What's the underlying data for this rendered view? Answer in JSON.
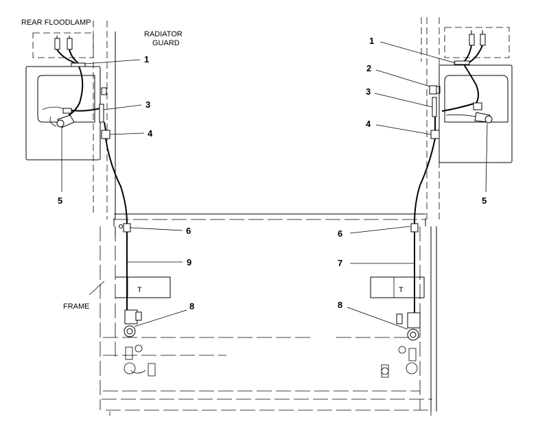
{
  "labels": {
    "rear_floodlamp": "REAR  FLOODLAMP",
    "radiator": "RADIATOR",
    "guard": "GUARD",
    "frame": "FRAME",
    "t": "T"
  },
  "callouts": {
    "left": [
      "1",
      "3",
      "4",
      "5",
      "6",
      "9",
      "8"
    ],
    "right": [
      "1",
      "2",
      "3",
      "4",
      "5",
      "6",
      "7",
      "8"
    ]
  }
}
